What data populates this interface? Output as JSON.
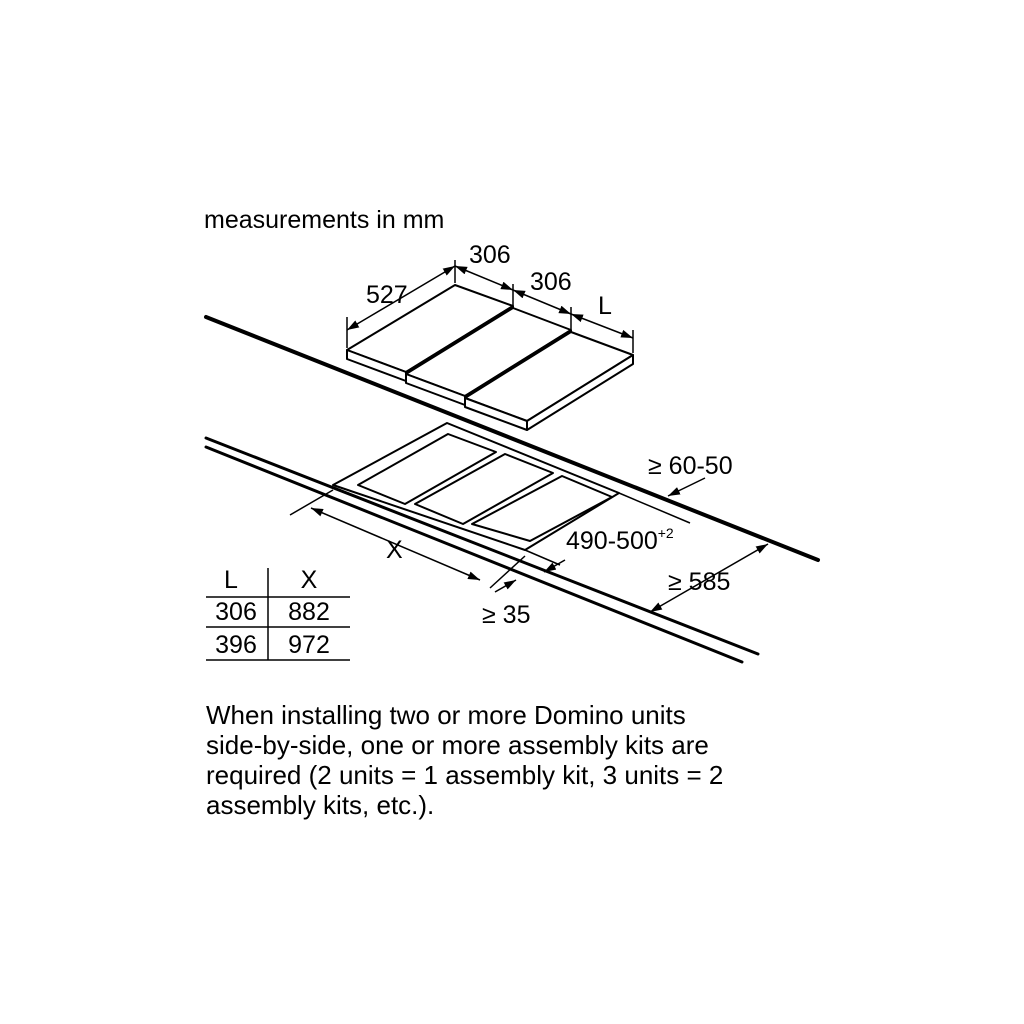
{
  "header": {
    "units_label": "measurements in mm"
  },
  "dimensions": {
    "depth": "527",
    "unit_width_1": "306",
    "unit_width_2": "306",
    "unit_width_var": "L",
    "rear_gap": "≥ 60-50",
    "cutout_depth": "490-500",
    "cutout_tolerance": "+2",
    "cutout_width": "X",
    "front_gap": "≥ 35",
    "worktop_depth": "≥ 585"
  },
  "table": {
    "headers": [
      "L",
      "X"
    ],
    "rows": [
      [
        "306",
        "882"
      ],
      [
        "396",
        "972"
      ]
    ]
  },
  "note": {
    "lines": [
      "When installing two or more Domino units",
      "side-by-side, one or more assembly kits are",
      "required (2 units = 1 assembly kit, 3 units = 2",
      "assembly kits, etc.)."
    ]
  }
}
